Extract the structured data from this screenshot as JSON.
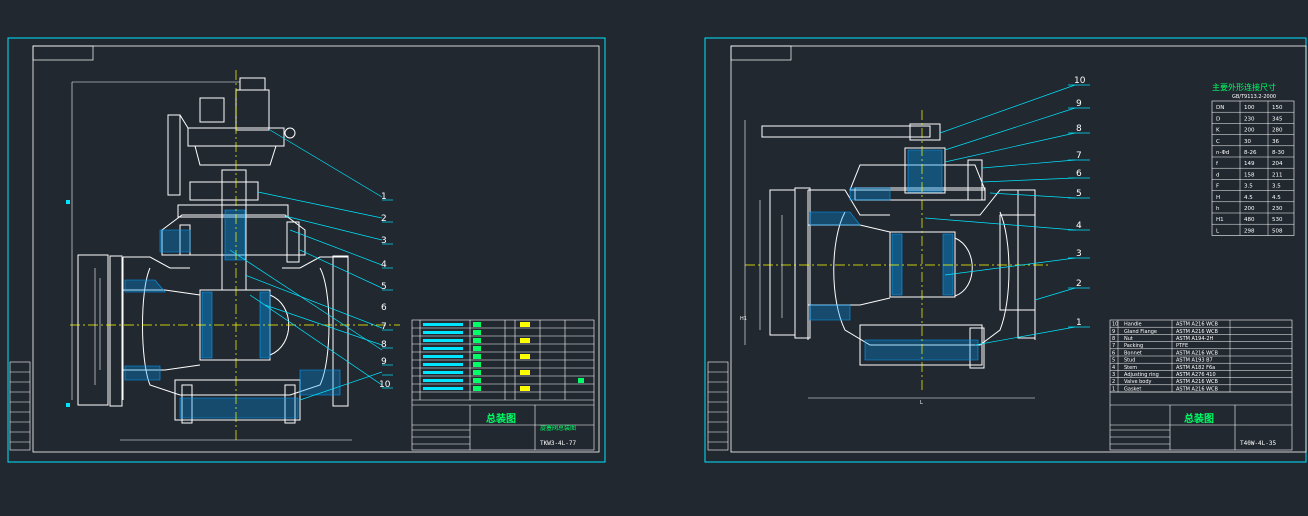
{
  "colors": {
    "background": "#212830",
    "frame": "#00e5ff",
    "outline": "#ffffff",
    "centerline": "#ffff00",
    "hatch": "#00a0ff",
    "leader": "#00e5ff",
    "titleblock": "#ffffff",
    "label": "#ffffff"
  },
  "left_sheet": {
    "part_numbers": [
      "1",
      "2",
      "3",
      "4",
      "5",
      "6",
      "7",
      "8",
      "9",
      "10"
    ],
    "title_block": {
      "title": "总装图",
      "drawing_no": "TKW3-4L-77",
      "sub_title": "旋塞阀总装图"
    }
  },
  "right_sheet": {
    "part_numbers": [
      "10",
      "9",
      "8",
      "7",
      "6",
      "5",
      "4",
      "3",
      "2",
      "1"
    ],
    "table_title": "主要外形连接尺寸",
    "table_subtitle": "GB/T9113.2-2000",
    "dim_table": [
      [
        "DN",
        "100",
        "150"
      ],
      [
        "D",
        "230",
        "345"
      ],
      [
        "K",
        "200",
        "280"
      ],
      [
        "C",
        "30",
        "36"
      ],
      [
        "n-Φd",
        "8-26",
        "8-30"
      ],
      [
        "f",
        "149",
        "204"
      ],
      [
        "d",
        "158",
        "211"
      ],
      [
        "F",
        "3.5",
        "3.5"
      ],
      [
        "H",
        "4.5",
        "4.5"
      ],
      [
        "h",
        "200",
        "230"
      ],
      [
        "H1",
        "480",
        "530"
      ],
      [
        "L",
        "298",
        "508"
      ]
    ],
    "bom": [
      [
        "10",
        "Handle",
        "ASTM A216 WCB"
      ],
      [
        "9",
        "Gland Flange",
        "ASTM A216 WCB"
      ],
      [
        "8",
        "Nut",
        "ASTM A194-2H"
      ],
      [
        "7",
        "Packing",
        "PTFE"
      ],
      [
        "6",
        "Bonnet",
        "ASTM A216 WCB"
      ],
      [
        "5",
        "Stud",
        "ASTM A193 B7"
      ],
      [
        "4",
        "Stem",
        "ASTM A182 F6a"
      ],
      [
        "3",
        "Adjusting ring",
        "ASTM A276 410"
      ],
      [
        "2",
        "Valve body",
        "ASTM A216 WCB"
      ],
      [
        "1",
        "Gasket",
        "ASTM A216 WCB"
      ]
    ],
    "title_block": {
      "title": "总装图",
      "drawing_no": "T40W-4L-35"
    },
    "dim_letter_L": "L",
    "dim_letter_H": "H1"
  }
}
